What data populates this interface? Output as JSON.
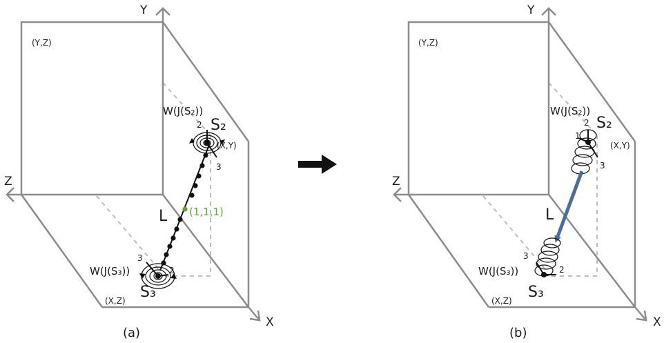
{
  "colors": {
    "frame": "#8c8c8c",
    "dashed": "#bdbdbd",
    "ink": "#111111",
    "green_point": "#5aa832",
    "blue_link": "#4a6f96"
  },
  "axes": {
    "x": "X",
    "y": "Y",
    "z": "Z"
  },
  "planes": {
    "yz": "(Y,Z)",
    "xy": "(X,Y)",
    "xz": "(X,Z)"
  },
  "panel_a": {
    "caption": "(a)",
    "w_s2": "W(J(S₂))",
    "s2": "S₂",
    "w_s3": "W(J(S₃))",
    "s3": "S₃",
    "link": "L",
    "point": "(1,1,1)",
    "s2_numbers": [
      "2",
      "3"
    ],
    "s3_numbers": [
      "3",
      "2"
    ]
  },
  "panel_b": {
    "caption": "(b)",
    "w_s2": "W(J(S₂))",
    "s2": "S₂",
    "w_s3": "W(J(S₃))",
    "s3": "S₃",
    "link": "L",
    "s2_numbers": [
      "2",
      "1",
      "3"
    ],
    "s3_numbers": [
      "3",
      "2"
    ]
  },
  "transition_arrow": "right-arrow-icon"
}
